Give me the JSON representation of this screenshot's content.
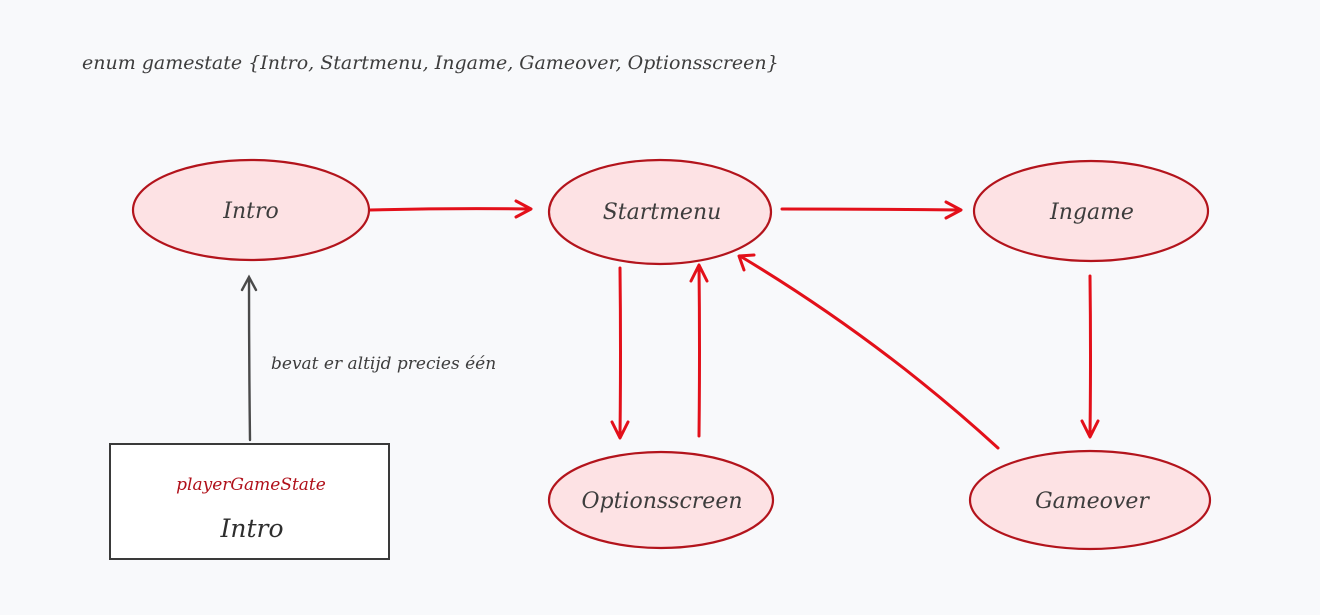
{
  "enum_declaration": "enum gamestate {Intro, Startmenu, Ingame, Gameover, Optionsscreen}",
  "nodes": {
    "intro": "Intro",
    "startmenu": "Startmenu",
    "ingame": "Ingame",
    "optionsscreen": "Optionsscreen",
    "gameover": "Gameover"
  },
  "relation_label": "bevat er altijd precies één",
  "state_box": {
    "title": "playerGameState",
    "value": "Intro"
  },
  "edges": [
    {
      "from": "Intro",
      "to": "Startmenu"
    },
    {
      "from": "Startmenu",
      "to": "Ingame"
    },
    {
      "from": "Ingame",
      "to": "Gameover"
    },
    {
      "from": "Gameover",
      "to": "Startmenu"
    },
    {
      "from": "Startmenu",
      "to": "Optionsscreen"
    },
    {
      "from": "Optionsscreen",
      "to": "Startmenu"
    }
  ],
  "colors": {
    "node_fill": "#fde2e4",
    "node_stroke": "#b3141c",
    "arrow": "#e3101a",
    "text": "#3d3d3d",
    "state_title": "#b0101a"
  }
}
